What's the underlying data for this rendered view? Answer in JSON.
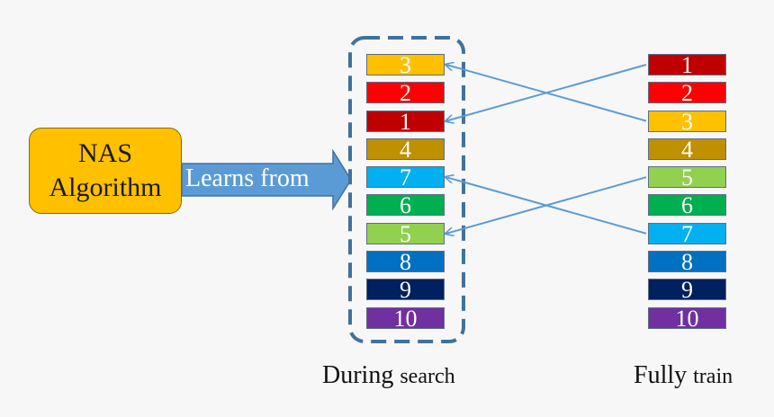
{
  "nas_box": {
    "line1": "NAS",
    "line2": "Algorithm",
    "color": "#ffc000"
  },
  "arrow": {
    "label": "Learns from",
    "color": "#5b9bd5"
  },
  "during_search": {
    "caption_main": "During",
    "caption_small": "search",
    "ranks": [
      "3",
      "2",
      "1",
      "4",
      "7",
      "6",
      "5",
      "8",
      "9",
      "10"
    ]
  },
  "fully_train": {
    "caption_main": "Fully",
    "caption_small": "train",
    "ranks": [
      "1",
      "2",
      "3",
      "4",
      "5",
      "6",
      "7",
      "8",
      "9",
      "10"
    ]
  },
  "model_colors": {
    "1": "#c00000",
    "2": "#ff0000",
    "3": "#ffc000",
    "4": "#bf9000",
    "5": "#92d050",
    "6": "#00b050",
    "7": "#00b0f0",
    "8": "#0070c0",
    "9": "#002060",
    "10": "#7030a0"
  },
  "frame_color": "#41719c",
  "connector_color": "#5b9bd5"
}
